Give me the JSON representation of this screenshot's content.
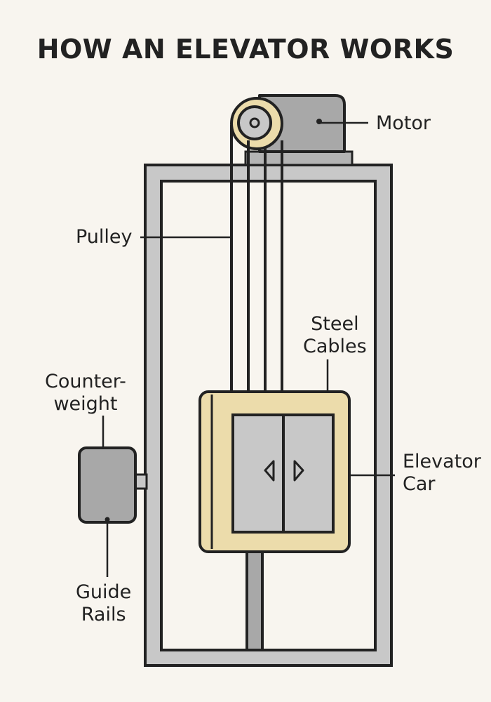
{
  "title": "HOW AN ELEVATOR WORKS",
  "labels": {
    "motor": "Motor",
    "pulley": "Pulley",
    "steel_cables": [
      "Steel",
      "Cables"
    ],
    "counterweight": [
      "Counter-",
      "weight"
    ],
    "elevator_car": [
      "Elevator",
      "Car"
    ],
    "guide_rails": [
      "Guide",
      "Rails"
    ]
  },
  "colors": {
    "background": "#f8f5ef",
    "outline": "#222222",
    "metal_gray": "#c8c8c8",
    "dark_gray": "#a8a8a8",
    "car_tan": "#ecdcab"
  }
}
